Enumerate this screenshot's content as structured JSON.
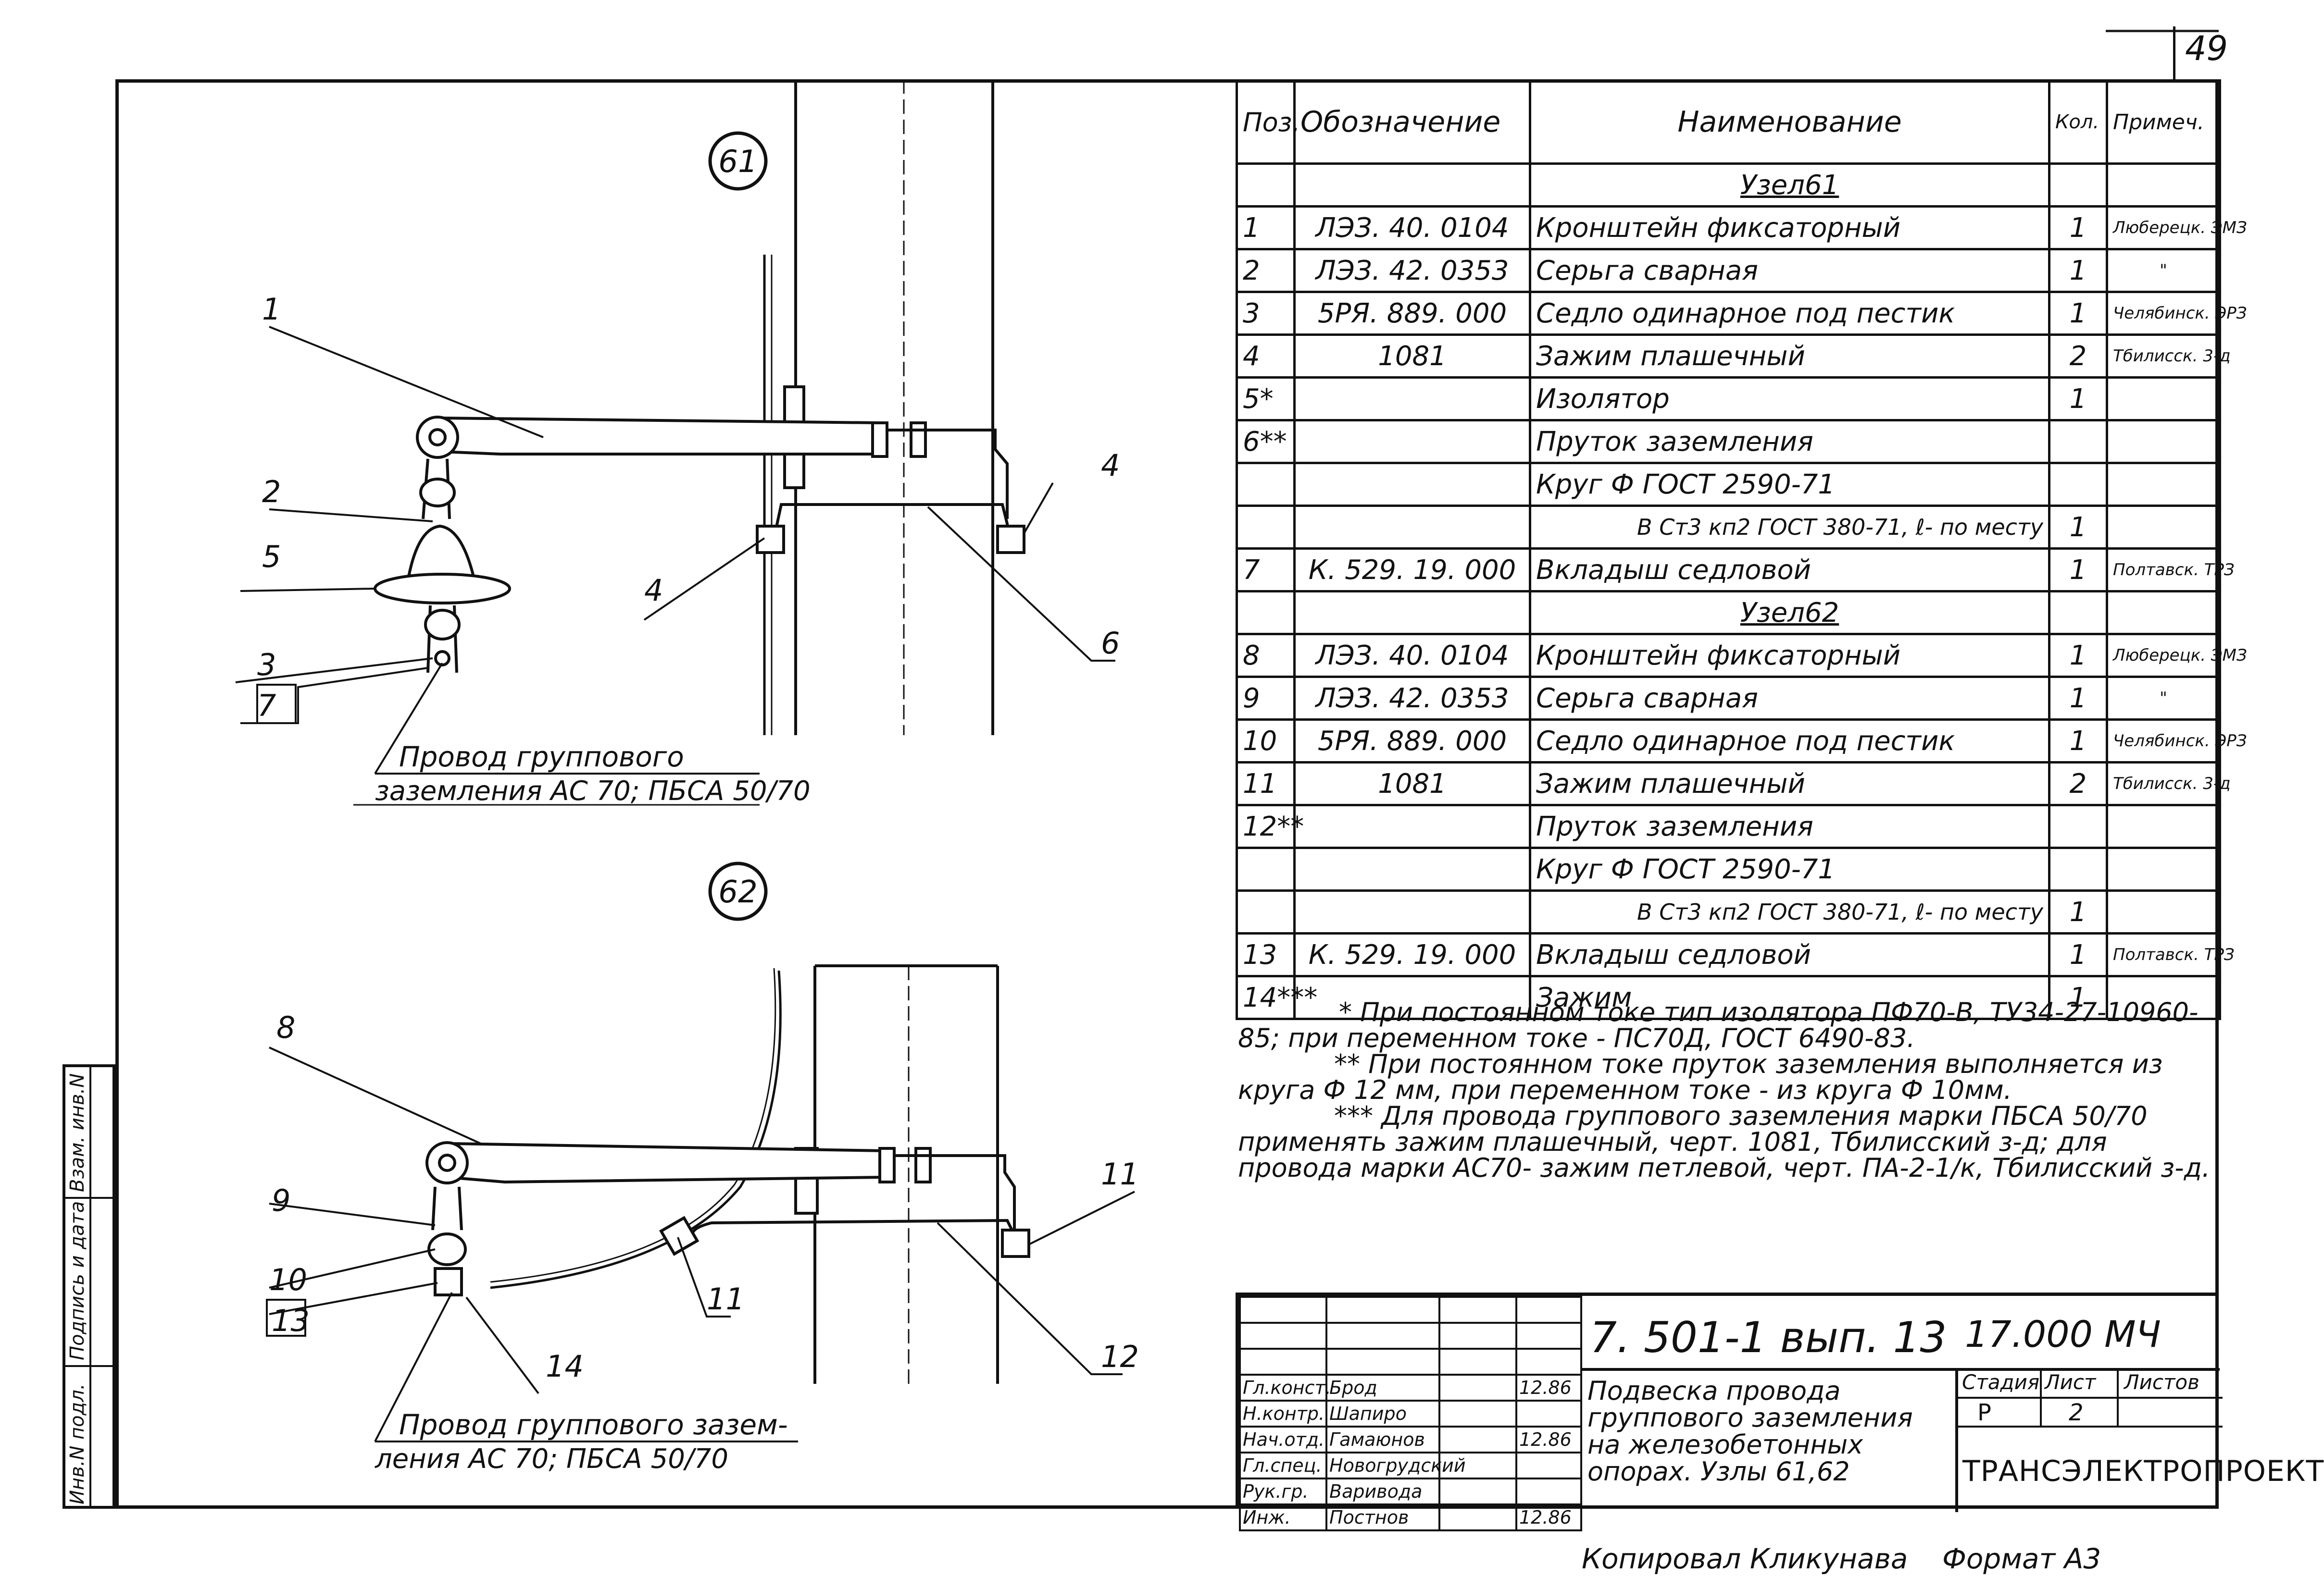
{
  "page_number": "49",
  "side_stamp": [
    "Инв.N подл.",
    "Подпись и дата",
    "Взам. инв.N"
  ],
  "drawing": {
    "node61": {
      "number": "61",
      "callouts": [
        "1",
        "2",
        "5",
        "3",
        "7",
        "4",
        "4",
        "6"
      ],
      "wire_label_1": "Провод группового",
      "wire_label_2": "заземления  АС 70; ПБСА 50/70"
    },
    "node62": {
      "number": "62",
      "callouts": [
        "8",
        "9",
        "10",
        "13",
        "14",
        "11",
        "11",
        "12"
      ],
      "wire_label_1": "Провод группового зазем-",
      "wire_label_2": "ления  АС 70;  ПБСА 50/70"
    }
  },
  "spec_table": {
    "headers": [
      "Поз.",
      "Обозначение",
      "Наименование",
      "Кол.",
      "Примеч."
    ],
    "rows": [
      {
        "type": "group",
        "name": "Узел61"
      },
      {
        "pos": "1",
        "code": "ЛЭЗ. 40. 0104",
        "name": "Кронштейн  фиксаторный",
        "qty": "1",
        "note": "Люберецк. ЭМЗ"
      },
      {
        "pos": "2",
        "code": "ЛЭЗ. 42. 0353",
        "name": "Серьга  сварная",
        "qty": "1",
        "note": "\""
      },
      {
        "pos": "3",
        "code": "5РЯ. 889. 000",
        "name": "Седло одинарное под пестик",
        "qty": "1",
        "note": "Челябинск. ЭРЗ"
      },
      {
        "pos": "4",
        "code": "1081",
        "name": "Зажим  плашечный",
        "qty": "2",
        "note": "Тбилисск. 3-д"
      },
      {
        "pos": "5*",
        "code": "",
        "name": "Изолятор",
        "qty": "1",
        "note": ""
      },
      {
        "pos": "6**",
        "code": "",
        "name": "Пруток  заземления",
        "qty": "",
        "note": ""
      },
      {
        "pos": "",
        "code": "",
        "name": "Круг  Ф  ГОСТ 2590-71",
        "qty": "",
        "note": ""
      },
      {
        "pos": "",
        "code": "",
        "name": "В Ст3 кп2 ГОСТ 380-71, ℓ- по месту",
        "qty": "1",
        "note": "",
        "sub": true
      },
      {
        "pos": "7",
        "code": "К. 529. 19. 000",
        "name": "Вкладыш  седловой",
        "qty": "1",
        "note": "Полтавск. ТРЗ"
      },
      {
        "type": "group",
        "name": "Узел62"
      },
      {
        "pos": "8",
        "code": "ЛЭЗ. 40. 0104",
        "name": "Кронштейн  фиксаторный",
        "qty": "1",
        "note": "Люберецк. ЭМЗ"
      },
      {
        "pos": "9",
        "code": "ЛЭЗ. 42. 0353",
        "name": "Серьга  сварная",
        "qty": "1",
        "note": "\""
      },
      {
        "pos": "10",
        "code": "5РЯ. 889. 000",
        "name": "Седло  одинарное под пестик",
        "qty": "1",
        "note": "Челябинск. ЭРЗ"
      },
      {
        "pos": "11",
        "code": "1081",
        "name": "Зажим  плашечный",
        "qty": "2",
        "note": "Тбилисск. 3-д"
      },
      {
        "pos": "12**",
        "code": "",
        "name": "Пруток  заземления",
        "qty": "",
        "note": ""
      },
      {
        "pos": "",
        "code": "",
        "name": "Круг  Ф  ГОСТ 2590-71",
        "qty": "",
        "note": ""
      },
      {
        "pos": "",
        "code": "",
        "name": "В Ст3 кп2 ГОСТ 380-71, ℓ- по месту",
        "qty": "1",
        "note": "",
        "sub": true
      },
      {
        "pos": "13",
        "code": "К. 529. 19. 000",
        "name": "Вкладыш  седловой",
        "qty": "1",
        "note": "Полтавск. ТРЗ"
      },
      {
        "pos": "14***",
        "code": "",
        "name": "Зажим",
        "qty": "1",
        "note": ""
      }
    ]
  },
  "notes": [
    "* При постоянном токе тип изолятора ПФ70-В, ТУ34-27-10960-85; при переменном токе - ПС70Д, ГОСТ 6490-83.",
    "** При постоянном токе пруток заземления выполняется из круга Ф 12 мм, при переменном токе - из круга Ф 10мм.",
    "*** Для провода группового заземления марки ПБСА 50/70 применять зажим плашечный, черт. 1081, Тбилисский з-д; для провода марки АС70- зажим петлевой, черт. ПА-2-1/к, Тбилисский з-д."
  ],
  "title_block": {
    "code": "7. 501-1  вып. 13",
    "code2": "17.000 МЧ",
    "title": "Подвеска провода группового заземления на железобетонных опорах.  Узлы 61,62",
    "stage_label": "Стадия",
    "sheet_label": "Лист",
    "sheets_label": "Листов",
    "stage": "Р",
    "sheet": "2",
    "organization": "ТРАНСЭЛЕКТРОПРОЕКТ",
    "signers": [
      {
        "role": "Гл.конст.",
        "name": "Брод",
        "date": "12.86"
      },
      {
        "role": "Н.контр.",
        "name": "Шапиро",
        "date": ""
      },
      {
        "role": "Нач.отд.",
        "name": "Гамаюнов",
        "date": "12.86"
      },
      {
        "role": "Гл.спец.",
        "name": "Новогрудский",
        "date": ""
      },
      {
        "role": "Рук.гр.",
        "name": "Варивода",
        "date": ""
      },
      {
        "role": "Инж.",
        "name": "Постнов",
        "date": "12.86"
      }
    ]
  },
  "footer": {
    "copied": "Копировал  Кликунава",
    "format": "Формат  А3"
  }
}
